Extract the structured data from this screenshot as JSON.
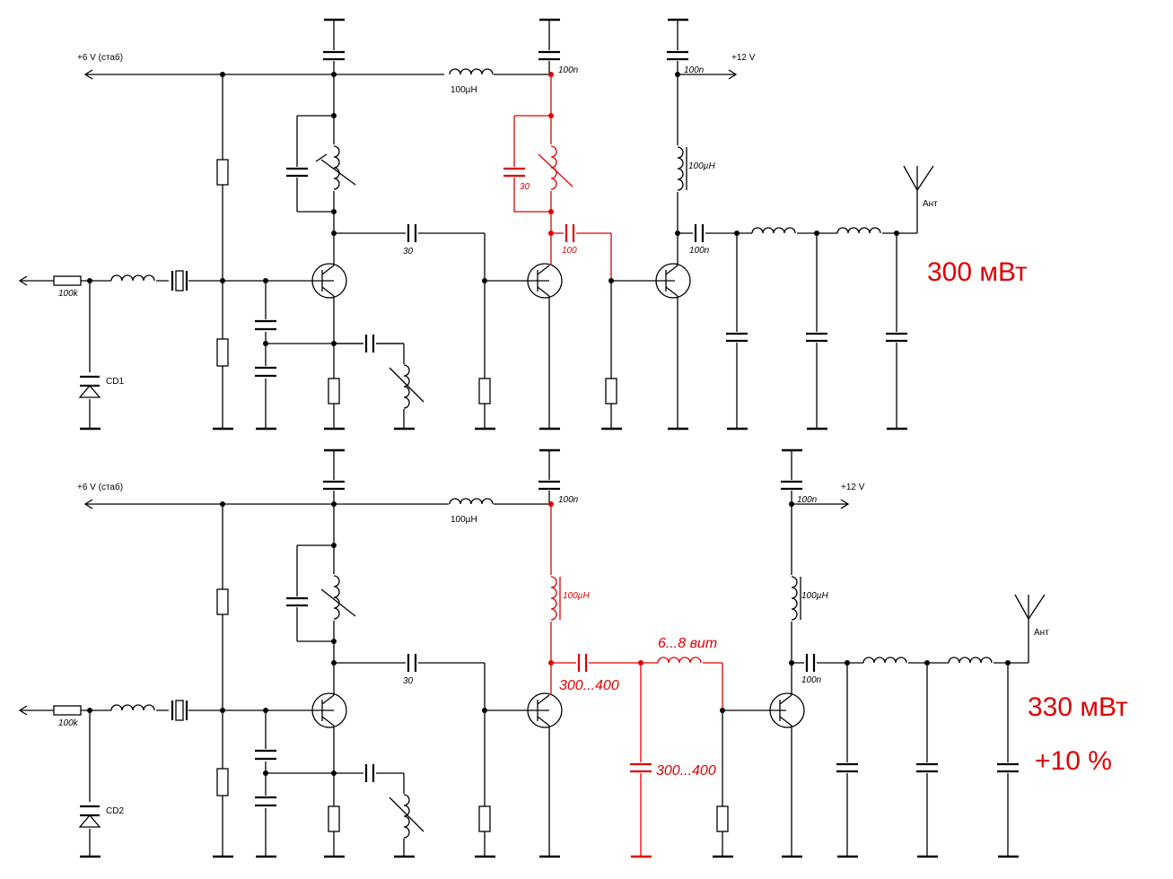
{
  "top": {
    "v6_label": "+6 V (стаб)",
    "v12_label": "+12 V",
    "l_100uH": "100µH",
    "l_100uH_b": "100µH",
    "c_100n_a": "100n",
    "c_100n_b": "100n",
    "c_100n_c": "100n",
    "c_30": "30",
    "c_30_red": "30",
    "c_100_red": "100",
    "r_100k": "100k",
    "cd": "CD1",
    "ant": "Ант",
    "power": "300 мВт"
  },
  "bottom": {
    "v6_label": "+6 V (стаб)",
    "v12_label": "+12 V",
    "l_100uH": "100µH",
    "l_100uH_red": "100µH",
    "l_100uH_b": "100µH",
    "c_100n_a": "100n",
    "c_100n_b": "100n",
    "c_100n_c": "100n",
    "c_30": "30",
    "c_300_400_a": "300...400",
    "c_300_400_b": "300...400",
    "l_turns": "6...8 вит",
    "r_100k": "100k",
    "cd": "CD2",
    "ant": "Ант",
    "power": "330 мВт",
    "gain": "+10 %"
  },
  "colors": {
    "wire": "#000000",
    "modified": "#e00000"
  }
}
